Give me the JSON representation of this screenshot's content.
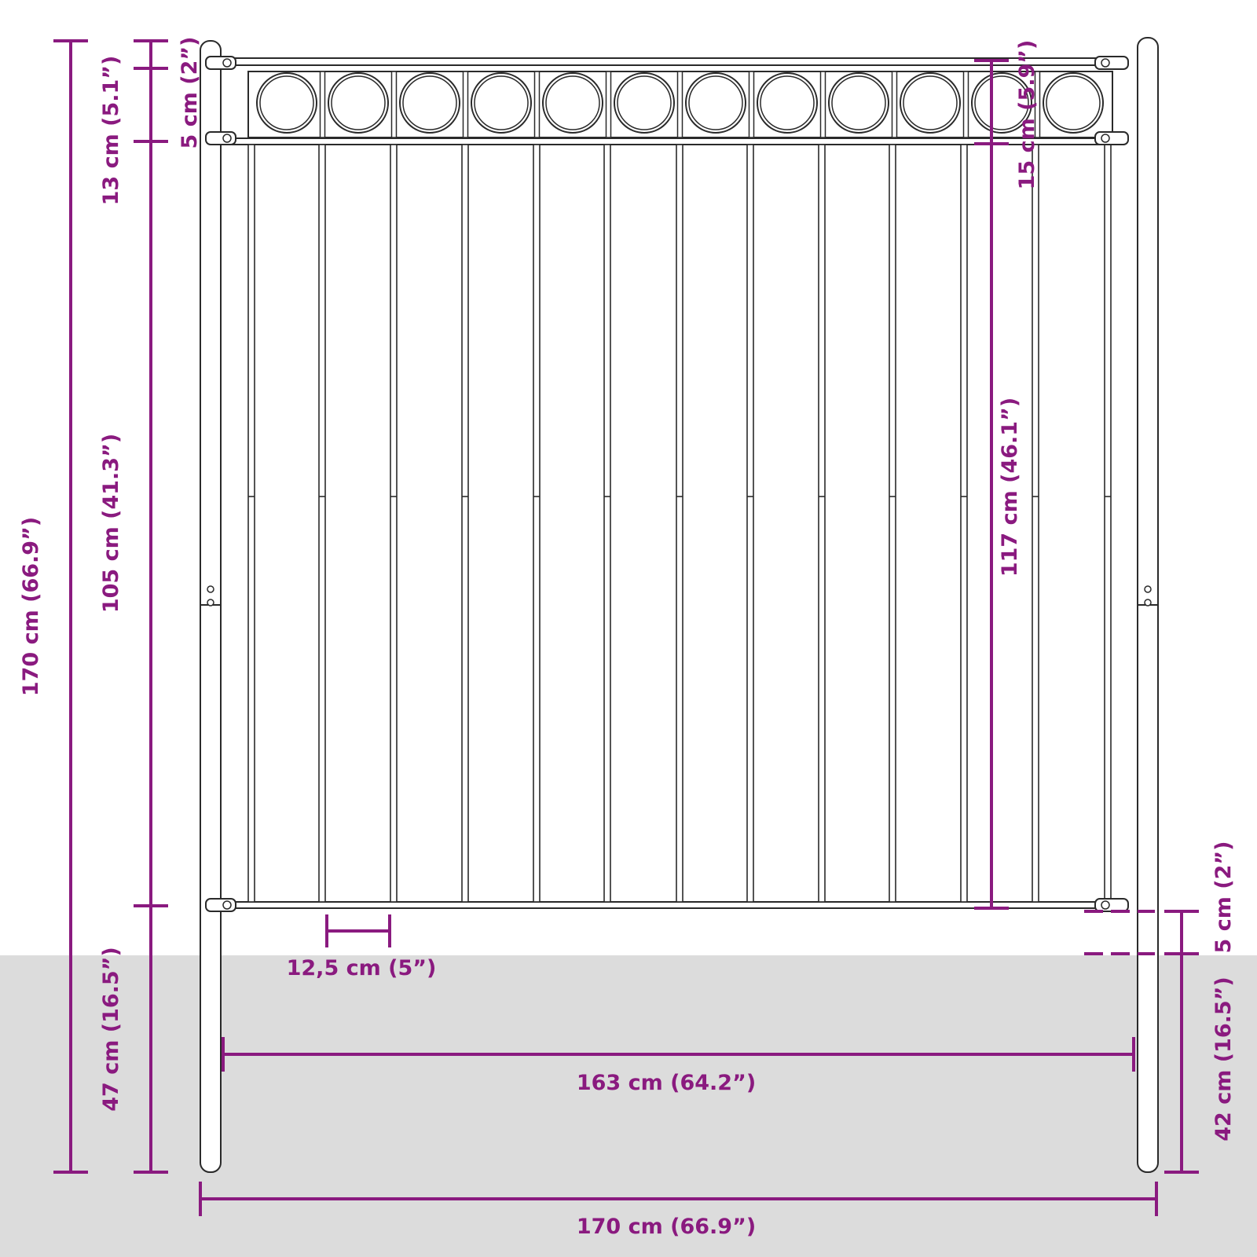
{
  "colors": {
    "dimension": "#8a1a7f",
    "fence_outline": "#2a2a2a",
    "ground": "#dcdcdc",
    "background": "#ffffff"
  },
  "dimensions": {
    "total_height_left": "170 cm (66.9”)",
    "top_panel_left": "13 cm (5.1”)",
    "top_gap_left": "5 cm (2”)",
    "panel_height_left": "105 cm (41.3”)",
    "ground_left": "47 cm (16.5”)",
    "bar_spacing": "12,5 cm (5”)",
    "inner_width": "163 cm (64.2”)",
    "total_width": "170 cm (66.9”)",
    "top_panel_right": "15 cm (5.9”)",
    "panel_height_right": "117 cm (46.1”)",
    "bottom_gap_right": "5 cm (2”)",
    "ground_right": "42 cm (16.5”)"
  }
}
